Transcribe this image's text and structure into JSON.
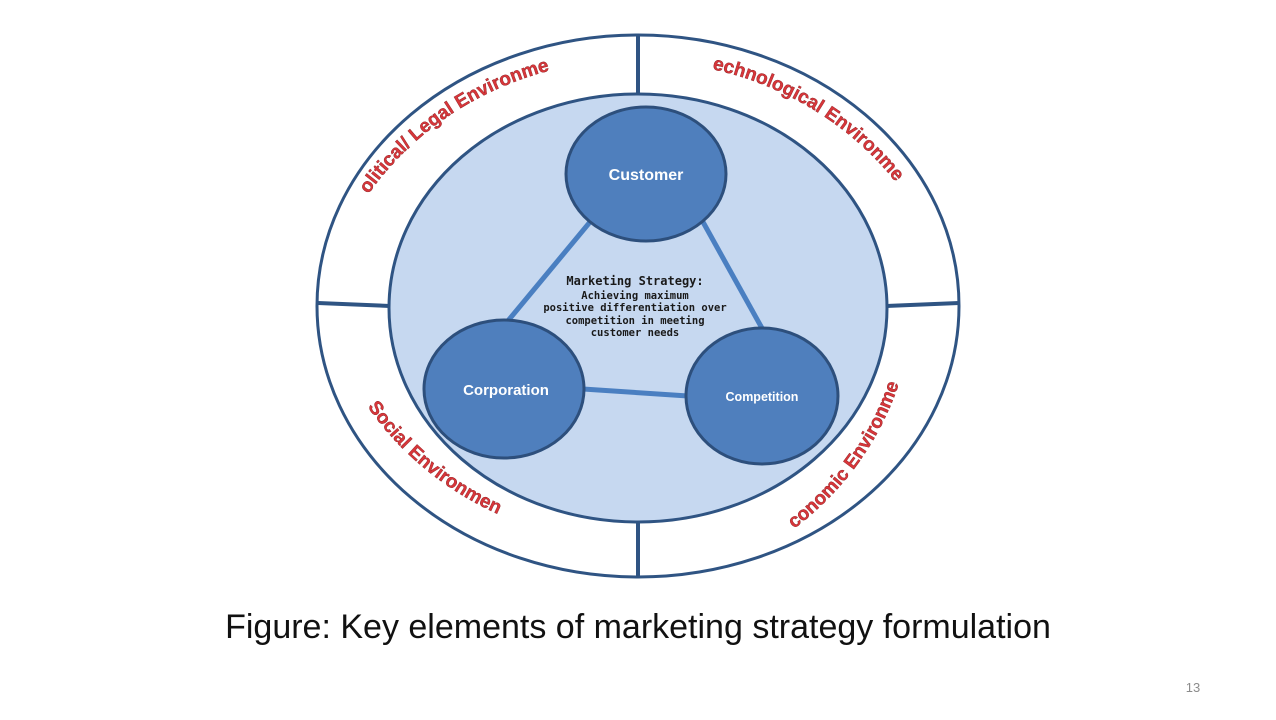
{
  "environments": {
    "political_legal": "Political/ Legal Environment",
    "technological": "Technological Environment",
    "social": "Social Environment",
    "economic": "Economic Environment"
  },
  "nodes": {
    "customer": "Customer",
    "corporation": "Corporation",
    "competition": "Competition"
  },
  "strategy": {
    "title": "Marketing Strategy:",
    "lines": [
      "Achieving maximum",
      "positive differentiation over",
      "competition in meeting",
      "customer needs"
    ]
  },
  "caption": "Figure: Key elements of marketing strategy formulation",
  "page_number": "13",
  "colors": {
    "outline": "#2f5483",
    "inner_fill": "#c6d8f0",
    "node_fill": "#4f7fbd",
    "node_stroke": "#2d4f7c",
    "connector": "#4a7fc1",
    "env_text": "#d8363a"
  }
}
